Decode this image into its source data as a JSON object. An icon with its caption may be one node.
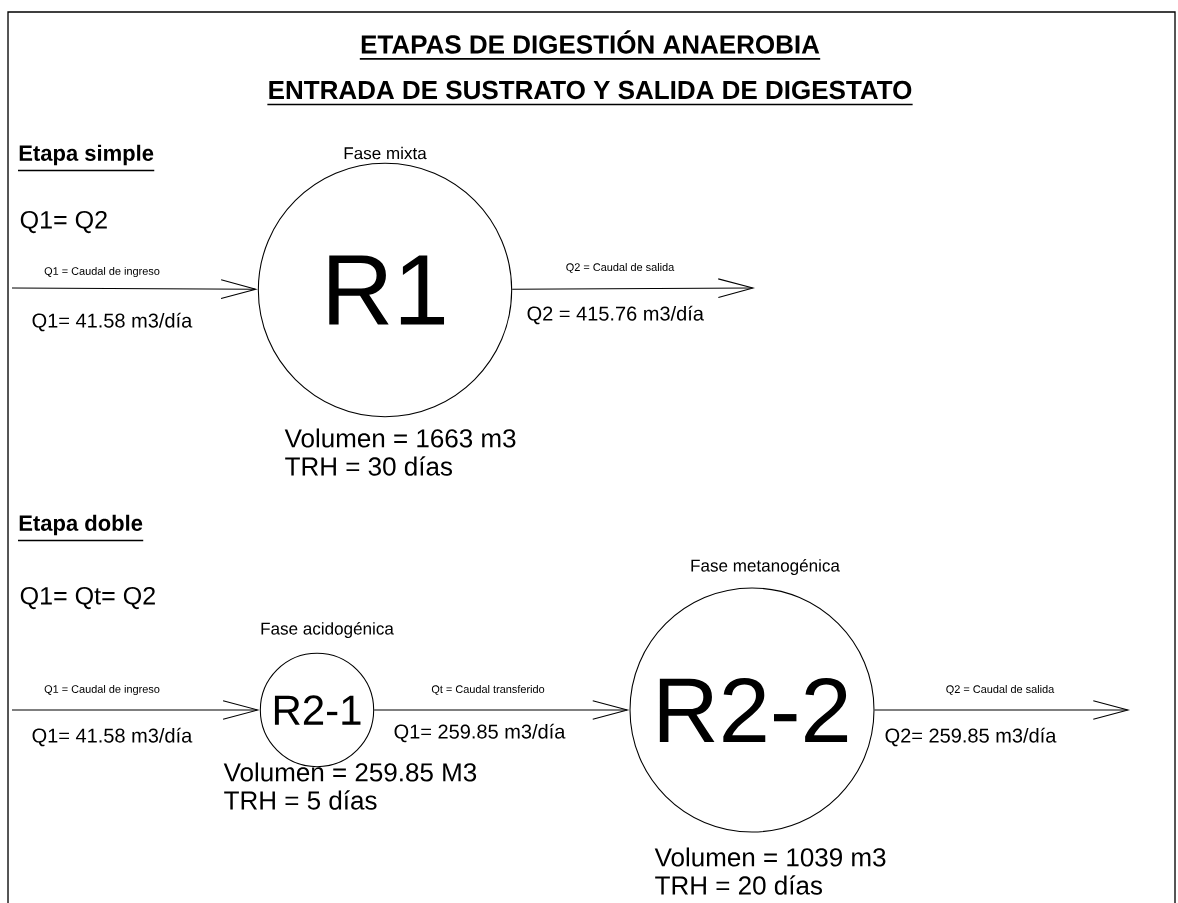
{
  "diagram": {
    "title": "ETAPAS DE DIGESTIÓN ANAEROBIA",
    "nodes": [
      {
        "text": [
          "R1"
        ],
        "beside": [
          "Fase mixta",
          "Volumen = 1663 m3",
          "TRH = 30 días"
        ]
      },
      {
        "text": [
          "R2-1"
        ],
        "beside": [
          "Fase acidogénica",
          "Volumen = 259.85 M3",
          "TRH = 5 días"
        ]
      },
      {
        "text": [
          "R2-2"
        ],
        "beside": [
          "Fase metanogénica",
          "Volumen = 1039 m3",
          "TRH = 20 días"
        ]
      }
    ],
    "edges": [
      {
        "from": null,
        "to": 0,
        "arrow": "to",
        "label": "Q1 = Caudal de ingreso"
      },
      {
        "from": 0,
        "to": null,
        "arrow": "to",
        "label": "Q2 = Caudal de salida"
      },
      {
        "from": null,
        "to": 1,
        "arrow": "to",
        "label": "Q1 = Caudal de ingreso"
      },
      {
        "from": 1,
        "to": 2,
        "arrow": "to",
        "label": "Qt = Caudal transferido"
      },
      {
        "from": 2,
        "to": null,
        "arrow": "to",
        "label": "Q2 = Caudal de salida"
      }
    ],
    "labels": [
      "ENTRADA DE SUSTRATO Y SALIDA DE DIGESTATO",
      "Etapa simple",
      "Q1= Q2",
      "Q1= 41.58 m3/día",
      "Q2 = 415.76 m3/día",
      "Etapa doble",
      "Q1= Qt= Q2",
      "Q1= 41.58 m3/día",
      "Q1= 259.85 m3/día",
      "Q2= 259.85 m3/día"
    ]
  }
}
